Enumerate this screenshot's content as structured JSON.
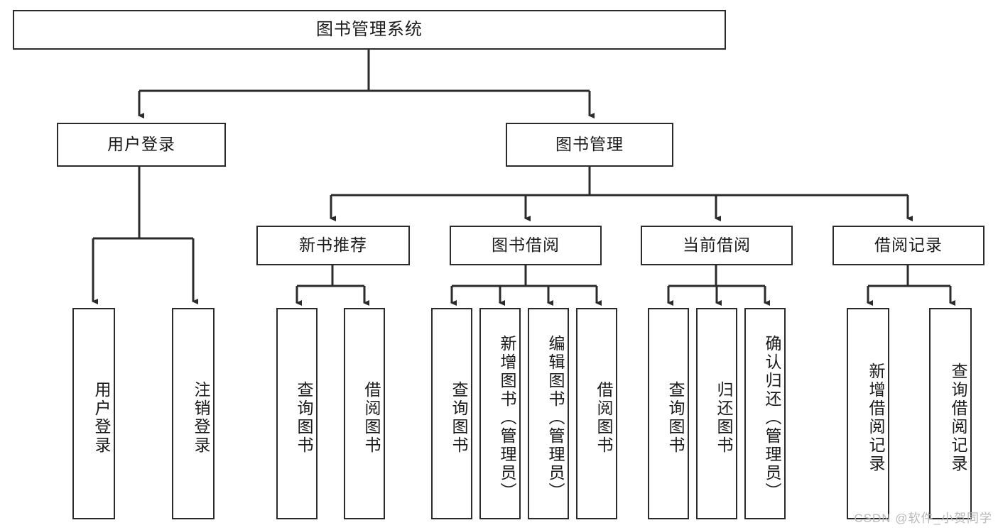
{
  "diagram": {
    "title": "图书管理系统",
    "type": "hierarchy-tree",
    "colors": {
      "box_stroke": "#2b2b2b",
      "box_fill": "#ffffff",
      "connector": "#2b2b2b",
      "text": "#1a1a1a",
      "watermark": "#b9b9b9",
      "background": "#ffffff"
    },
    "levels": [
      {
        "level": 1,
        "nodes": [
          {
            "id": "root",
            "label": "图书管理系统",
            "orientation": "horizontal"
          }
        ]
      },
      {
        "level": 2,
        "nodes": [
          {
            "id": "login",
            "label": "用户登录",
            "orientation": "horizontal",
            "parent": "root"
          },
          {
            "id": "bookmgmt",
            "label": "图书管理",
            "orientation": "horizontal",
            "parent": "root"
          }
        ]
      },
      {
        "level": 3,
        "nodes": [
          {
            "id": "newbook",
            "label": "新书推荐",
            "orientation": "horizontal",
            "parent": "bookmgmt"
          },
          {
            "id": "borrow",
            "label": "图书借阅",
            "orientation": "horizontal",
            "parent": "bookmgmt"
          },
          {
            "id": "current",
            "label": "当前借阅",
            "orientation": "horizontal",
            "parent": "bookmgmt"
          },
          {
            "id": "record",
            "label": "借阅记录",
            "orientation": "horizontal",
            "parent": "bookmgmt"
          }
        ]
      },
      {
        "level": 4,
        "nodes": [
          {
            "id": "leaf1",
            "label": "用户登录",
            "orientation": "vertical",
            "parent": "login"
          },
          {
            "id": "leaf2",
            "label": "注销登录",
            "orientation": "vertical",
            "parent": "login"
          },
          {
            "id": "leaf3",
            "label": "查询图书",
            "orientation": "vertical",
            "parent": "newbook"
          },
          {
            "id": "leaf4",
            "label": "借阅图书",
            "orientation": "vertical",
            "parent": "newbook"
          },
          {
            "id": "leaf5",
            "label": "查询图书",
            "orientation": "vertical",
            "parent": "borrow"
          },
          {
            "id": "leaf6",
            "label": "新增图书（管理员）",
            "orientation": "vertical",
            "parent": "borrow"
          },
          {
            "id": "leaf7",
            "label": "编辑图书（管理员）",
            "orientation": "vertical",
            "parent": "borrow"
          },
          {
            "id": "leaf8",
            "label": "借阅图书",
            "orientation": "vertical",
            "parent": "borrow"
          },
          {
            "id": "leaf9",
            "label": "查询图书",
            "orientation": "vertical",
            "parent": "current"
          },
          {
            "id": "leaf10",
            "label": "归还图书",
            "orientation": "vertical",
            "parent": "current"
          },
          {
            "id": "leaf11",
            "label": "确认归还（管理员）",
            "orientation": "vertical",
            "parent": "current"
          },
          {
            "id": "leaf12",
            "label": "新增借阅记录",
            "orientation": "vertical",
            "parent": "record"
          },
          {
            "id": "leaf13",
            "label": "查询借阅记录",
            "orientation": "vertical",
            "parent": "record"
          }
        ]
      }
    ],
    "watermark": "CSDN @软件_小贺同学"
  }
}
